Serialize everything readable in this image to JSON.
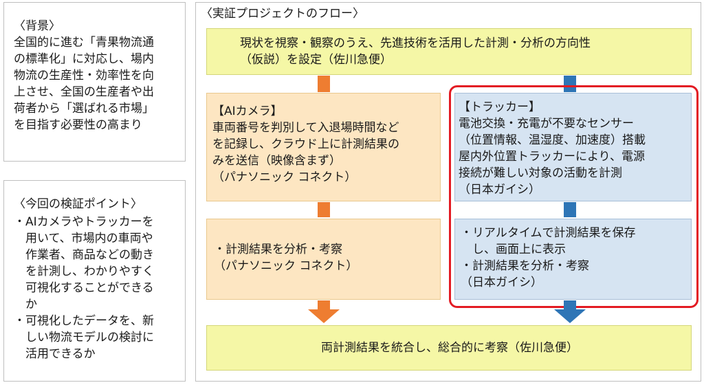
{
  "background": {
    "heading": "〈背景〉",
    "body": "全国的に進む「青果物流通\nの標準化」に対応し、場内\n物流の生産性・効率性を向\n上させ、全国の生産者や出\n荷者から「選ばれる市場」\nを目指す必要性の高まり"
  },
  "verification": {
    "heading": "〈今回の検証ポイント〉",
    "points": "・AIカメラやトラッカーを\n　用いて、市場内の車両や\n　作業者、商品などの動き\n　を計測し、わかりやすく\n　可視化することができる\n　か\n・可視化したデータを、新\n　しい物流モデルの検討に\n　活用できるか"
  },
  "flow": {
    "heading": "〈実証プロジェクトのフロー〉",
    "top_box": "現状を視察・観察のうえ、先進技術を活用した計測・分析の方向性\n（仮説）を設定（佐川急便）",
    "ai_camera": "【AIカメラ】\n車両番号を判別して入退場時間など\nを記録し、クラウド上に計測結果の\nみを送信（映像含まず）\n（パナソニック コネクト）",
    "ai_analysis": "・計測結果を分析・考察\n（パナソニック コネクト）",
    "tracker": "【トラッカー】\n電池交換・充電が不要なセンサー\n（位置情報、温湿度、加速度）搭載\n屋内外位置トラッカーにより、電源\n接続が難しい対象の活動を計測\n（日本ガイシ）",
    "tracker_analysis": "・リアルタイムで計測結果を保存\n　し、画面上に表示\n・計測結果を分析・考察\n（日本ガイシ）",
    "bottom_box": "両計測結果を統合し、総合的に考察（佐川急便）"
  },
  "colors": {
    "yellow": "#f5f7a6",
    "peach": "#fde6c2",
    "blue": "#d6e4f2",
    "orange_arrow": "#ee7d31",
    "blue_arrow": "#2e75b6",
    "highlight_frame": "#e31b23"
  }
}
